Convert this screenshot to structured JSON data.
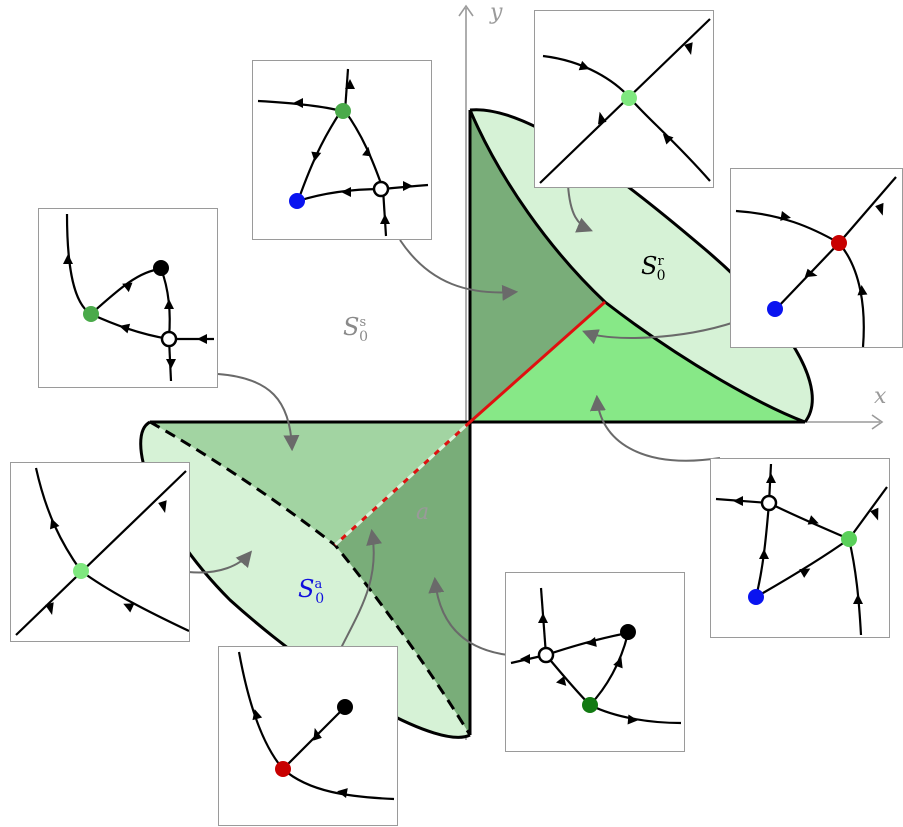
{
  "axes": {
    "x": "x",
    "y": "y",
    "a": "a"
  },
  "regions": {
    "repelling": {
      "symbol": "S",
      "sub": "0",
      "sup": "r"
    },
    "saddle": {
      "symbol": "S",
      "sub": "0",
      "sup": "s"
    },
    "attracting": {
      "symbol": "S",
      "sub": "0",
      "sup": "a"
    }
  },
  "colors": {
    "light_sheet": "#d6f2d6",
    "mid_green": "#87e887",
    "dark_green": "#79ad79",
    "pale_wall": "#a2d4a2",
    "fold_line": "#e01010",
    "saddle_label": "#8a8a8a",
    "attracting_label": "#1010dd",
    "blue_node": "#0a14f0",
    "red_node": "#c80000",
    "light_node": "#7fe87f",
    "mid_node": "#4aaa4a",
    "dark_node": "#127a12"
  },
  "node_types": [
    "blue-stable-node",
    "red-unstable-node",
    "light-green-saddle",
    "green-saddle-node",
    "dark-green-node",
    "black-node",
    "open-circle-saddle"
  ]
}
